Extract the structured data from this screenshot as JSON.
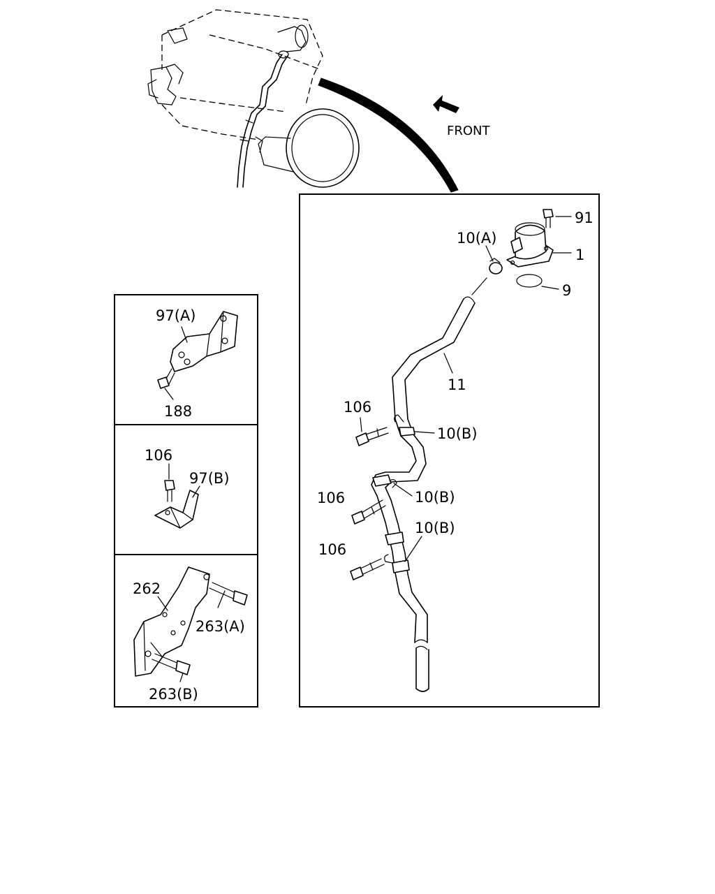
{
  "direction": {
    "text": "FRONT",
    "icon": "arrow-icon"
  },
  "callouts": {
    "p91": "91",
    "p1": "1",
    "p9": "9",
    "p10a": "10(A)",
    "p11": "11",
    "p106_1": "106",
    "p10b_1": "10(B)",
    "p106_2": "106",
    "p10b_2": "10(B)",
    "p106_3": "106",
    "p10b_3": "10(B)"
  },
  "inset1": {
    "p97a": "97(A)",
    "p188": "188"
  },
  "inset2": {
    "p106": "106",
    "p97b": "97(B)"
  },
  "inset3": {
    "p262": "262",
    "p263a": "263(A)",
    "p263b": "263(B)"
  }
}
